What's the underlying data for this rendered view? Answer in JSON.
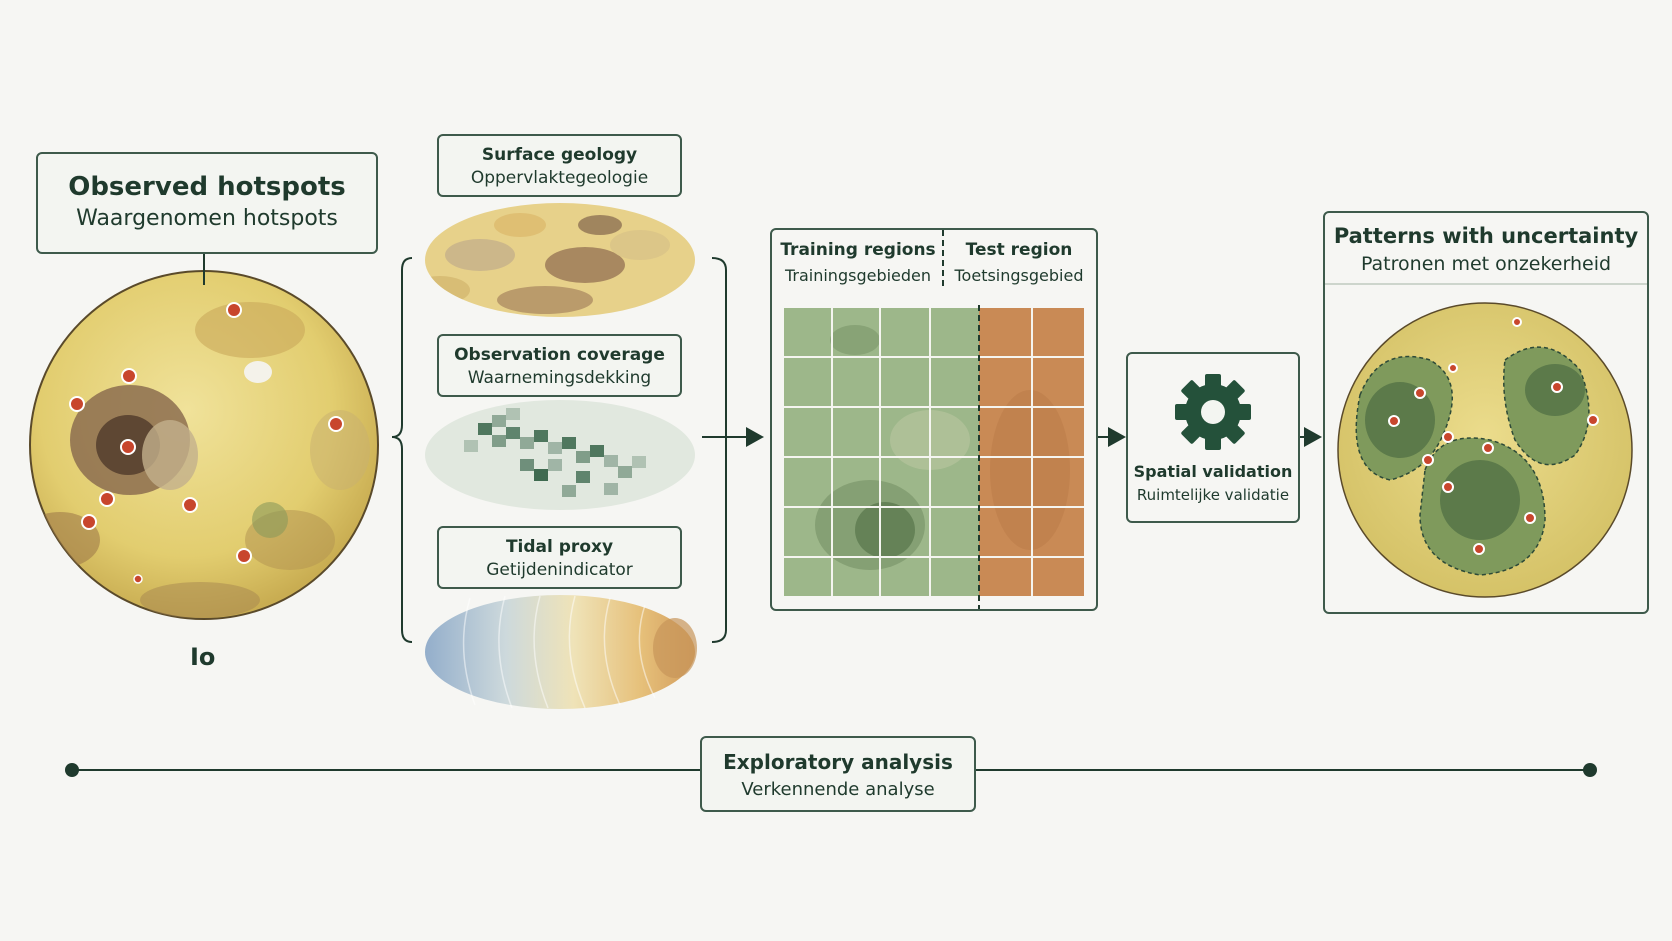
{
  "hotspots": {
    "title_en": "Observed hotspots",
    "title_nl": "Waargenomen hotspots",
    "moon_label": "Io"
  },
  "inputs": [
    {
      "title_en": "Surface geology",
      "title_nl": "Oppervlaktegeologie"
    },
    {
      "title_en": "Observation coverage",
      "title_nl": "Waarnemingsdekking"
    },
    {
      "title_en": "Tidal proxy",
      "title_nl": "Getijdenindicator"
    }
  ],
  "split": {
    "training_en": "Training regions",
    "training_nl": "Trainingsgebieden",
    "test_en": "Test region",
    "test_nl": "Toetsingsgebied"
  },
  "validation": {
    "title_en": "Spatial validation",
    "title_nl": "Ruimtelijke validatie",
    "icon": "gear-icon"
  },
  "result": {
    "title_en": "Patterns with uncertainty",
    "title_nl": "Patronen met onzekerheid"
  },
  "timeline": {
    "title_en": "Exploratory analysis",
    "title_nl": "Verkennende analyse"
  },
  "colors": {
    "frame": "#3e5a4b",
    "hotspot": "#c8462d",
    "io_yellow": "#e6d27a",
    "io_brown": "#8a6a4a",
    "green": "#6f8f5a",
    "test_orange": "#c98a55"
  }
}
